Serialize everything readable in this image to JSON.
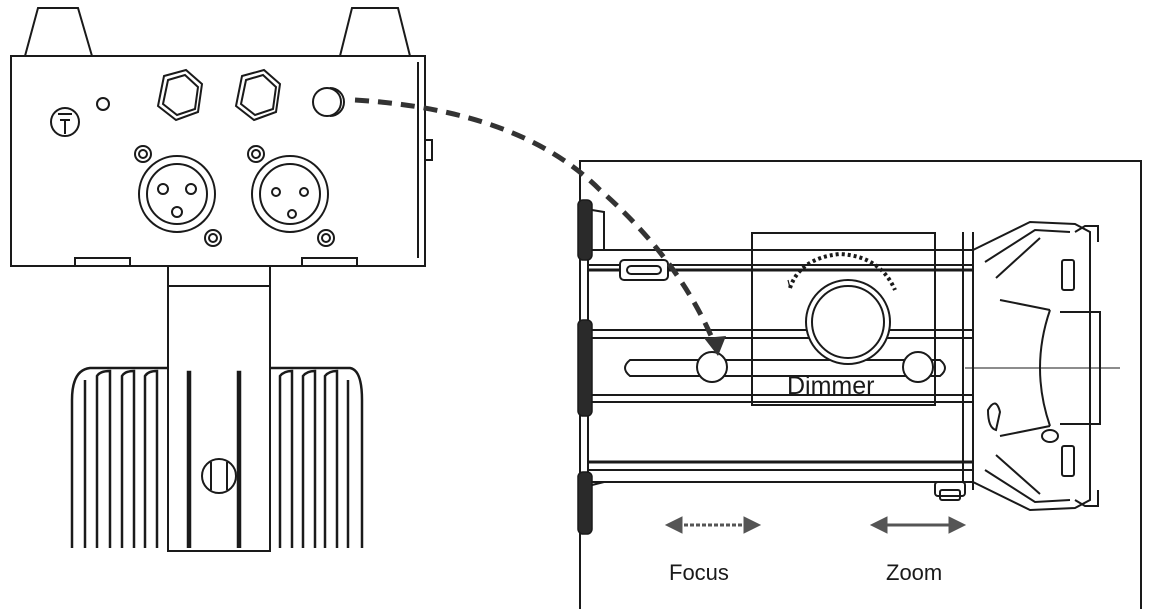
{
  "labels": {
    "dimmer": "Dimmer",
    "focus": "Focus",
    "zoom": "Zoom"
  },
  "colors": {
    "line": "#1a1a1a",
    "fill": "#ffffff",
    "dashed_arrow": "#333333",
    "gray_arrow": "#555555"
  }
}
